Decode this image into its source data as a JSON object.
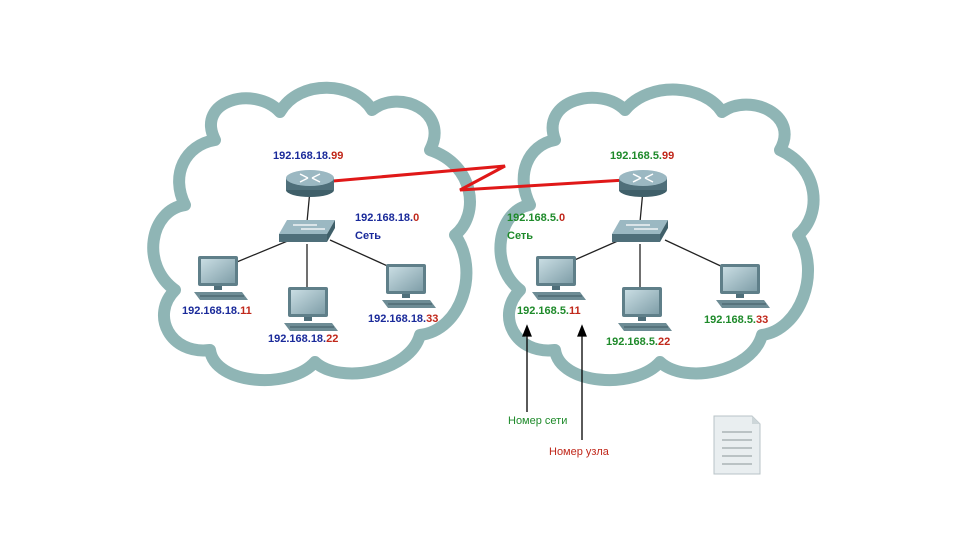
{
  "left_network": {
    "router": {
      "net": "192.168.18.",
      "host": "99"
    },
    "network": {
      "net": "192.168.18.",
      "host": "0",
      "caption": "Сеть"
    },
    "pc1": {
      "net": "192.168.18.",
      "host": "11"
    },
    "pc2": {
      "net": "192.168.18.",
      "host": "22"
    },
    "pc3": {
      "net": "192.168.18.",
      "host": "33"
    }
  },
  "right_network": {
    "router": {
      "net": "192.168.5.",
      "host": "99"
    },
    "network": {
      "net": "192.168.5.",
      "host": "0",
      "caption": "Сеть"
    },
    "pc1": {
      "net": "192.168.5.",
      "host": "11"
    },
    "pc2": {
      "net": "192.168.5.",
      "host": "22"
    },
    "pc3": {
      "net": "192.168.5.",
      "host": "33"
    }
  },
  "annotations": {
    "network_number": "Номер сети",
    "host_number": "Номер узла"
  },
  "colors": {
    "left_net": "#1a2a9a",
    "right_net": "#1e8a2a",
    "host": "#c0271a",
    "cloud": "#8fb5b5",
    "wan_link": "#e01818"
  }
}
